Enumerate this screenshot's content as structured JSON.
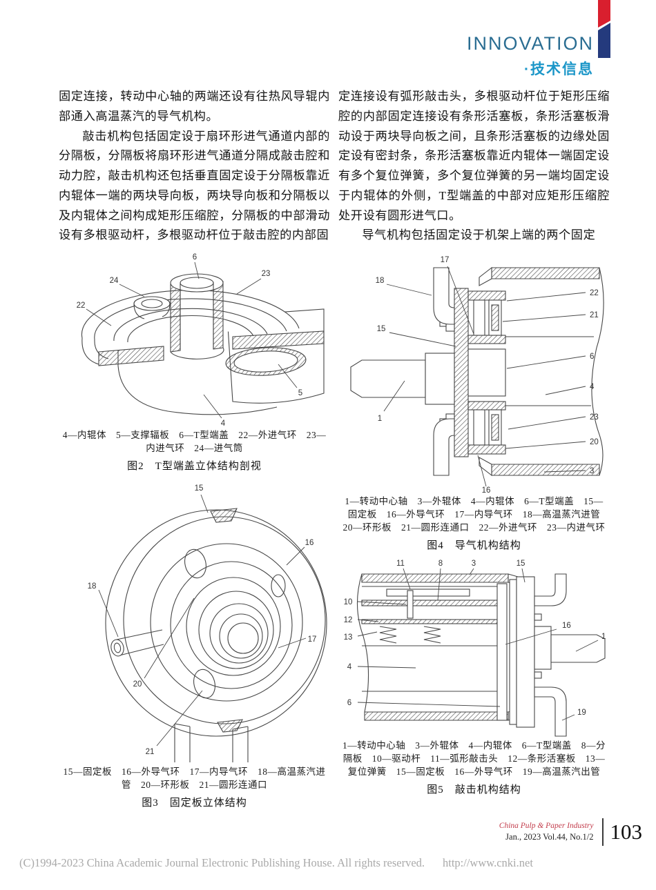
{
  "header": {
    "title": "INNOVATION",
    "subtitle": "·技术信息"
  },
  "colors": {
    "header_teal": "#2a6d92",
    "header_cyan": "#1b96c8",
    "logo_red": "#d91f2e",
    "logo_navy": "#243a7d",
    "drawing_line": "#454545",
    "journal_name_red": "#c23b4a",
    "copyright_gray": "#a9a9a9"
  },
  "article": {
    "left_column": {
      "para_1": "固定连接，转动中心轴的两端还设有往热风导辊内部通入高温蒸汽的导气机构。",
      "para_2": "敲击机构包括固定设于扇环形进气通道内部的分隔板，分隔板将扇环形进气通道分隔成敲击腔和动力腔，敲击机构还包括垂直固定设于分隔板靠近内辊体一端的两块导向板，两块导向板和分隔板以及内辊体之间构成矩形压缩腔，分隔板的中部滑动设有多根驱动杆，多根驱动杆位于敲击腔的内部固"
    },
    "right_column": {
      "para_1": "定连接设有弧形敲击头，多根驱动杆位于矩形压缩腔的内部固定连接设有条形活塞板，条形活塞板滑动设于两块导向板之间，且条形活塞板的边缘处固定设有密封条，条形活塞板靠近内辊体一端固定设有多个复位弹簧，多个复位弹簧的另一端均固定设于内辊体的外侧，T型端盖的中部对应矩形压缩腔处开设有圆形进气口。",
      "para_2": "导气机构包括固定设于机架上端的两个固定"
    }
  },
  "figures": {
    "fig2": {
      "legend": "4—内辊体　5—支撑辐板　6—T型端盖　22—外进气环　23—内进气环　24—进气筒",
      "caption": "图2　T型端盖立体结构剖视",
      "callouts": {
        "n4": "4",
        "n5": "5",
        "n6": "6",
        "n22": "22",
        "n23": "23",
        "n24": "24"
      }
    },
    "fig3": {
      "legend": "15—固定板　16—外导气环　17—内导气环　18—高温蒸汽进管　20—环形板　21—圆形连通口",
      "caption": "图3　固定板立体结构",
      "callouts": {
        "n15": "15",
        "n16": "16",
        "n17": "17",
        "n18": "18",
        "n20": "20",
        "n21": "21"
      }
    },
    "fig4": {
      "legend": "1—转动中心轴　3—外辊体　4—内辊体　6—T型端盖　15—固定板　16—外导气环　17—内导气环　18—高温蒸汽进管　20—环形板　21—圆形连通口　22—外进气环　23—内进气环",
      "caption": "图4　导气机构结构",
      "callouts": {
        "n1": "1",
        "n3": "3",
        "n4": "4",
        "n6": "6",
        "n15": "15",
        "n16": "16",
        "n17": "17",
        "n18": "18",
        "n20": "20",
        "n21": "21",
        "n22": "22",
        "n23": "23"
      }
    },
    "fig5": {
      "legend": "1—转动中心轴　3—外辊体　4—内辊体　6—T型端盖　8—分隔板　10—驱动杆　11—弧形敲击头　12—条形活塞板　13—复位弹簧　15—固定板　16—外导气环　19—高温蒸汽出管",
      "caption": "图5　敲击机构结构",
      "callouts": {
        "n1": "1",
        "n3": "3",
        "n4": "4",
        "n6": "6",
        "n8": "8",
        "n10": "10",
        "n11": "11",
        "n12": "12",
        "n13": "13",
        "n15": "15",
        "n16": "16",
        "n19": "19"
      }
    }
  },
  "footer": {
    "journal_name": "China Pulp & Paper Industry",
    "issue_info": "Jan., 2023  Vol.44, No.1/2",
    "page_number": "103",
    "copyright": "(C)1994-2023 China Academic Journal Electronic Publishing House. All rights reserved.",
    "website": "http://www.cnki.net"
  }
}
